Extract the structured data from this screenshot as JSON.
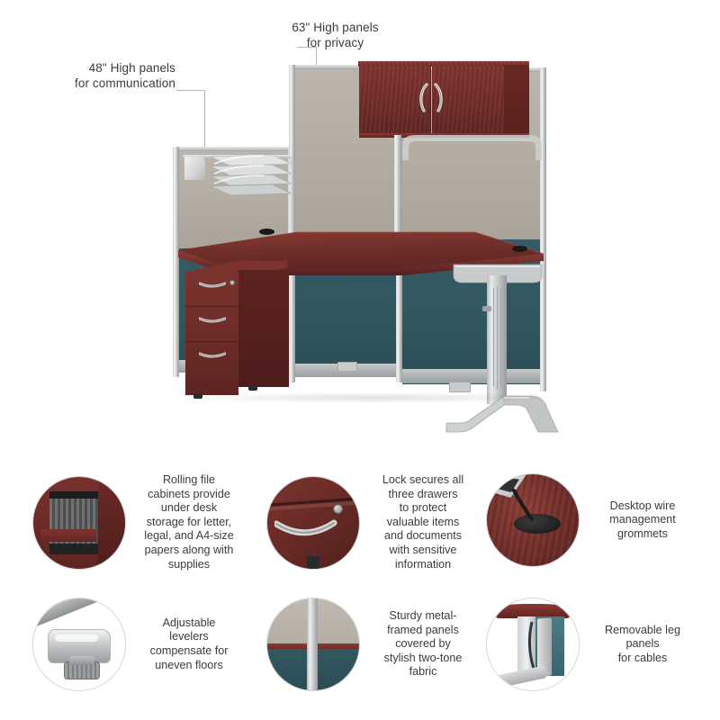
{
  "product": {
    "name": "office-workstation-with-hutch-and-file-cabinet",
    "finish_wood": "#6f2b28",
    "finish_panel_upper": "#b2aca1",
    "finish_panel_lower": "#31565e",
    "finish_metal": "#c3c6c7"
  },
  "callouts": [
    {
      "id": "panel-48",
      "text": "48\" High panels\nfor communication"
    },
    {
      "id": "panel-63",
      "text": "63\" High panels\nfor privacy"
    }
  ],
  "features": [
    {
      "id": "rolling-file-cabinets",
      "thumb": "file-cabinet-hanging-folders-thumbnail",
      "caption": "Rolling file\ncabinets provide\nunder desk\nstorage for letter,\nlegal, and A4-size\npapers along with\nsupplies"
    },
    {
      "id": "drawer-lock",
      "thumb": "drawer-lock-and-handle-thumbnail",
      "caption": "Lock secures all\nthree drawers\nto protect\nvaluable items\nand documents\nwith sensitive\ninformation"
    },
    {
      "id": "wire-grommets",
      "thumb": "desktop-grommet-thumbnail",
      "caption": "Desktop wire\nmanagement\ngrommets"
    },
    {
      "id": "adjustable-levelers",
      "thumb": "leg-leveler-thumbnail",
      "caption": "Adjustable\nlevelers\ncompensate for\nuneven floors"
    },
    {
      "id": "two-tone-fabric-panels",
      "thumb": "two-tone-fabric-panel-thumbnail",
      "caption": "Sturdy metal-\nframed panels\ncovered by\nstylish two-tone\nfabric"
    },
    {
      "id": "removable-leg-panels",
      "thumb": "removable-leg-panel-thumbnail",
      "caption": "Removable leg\npanels\nfor cables"
    }
  ]
}
